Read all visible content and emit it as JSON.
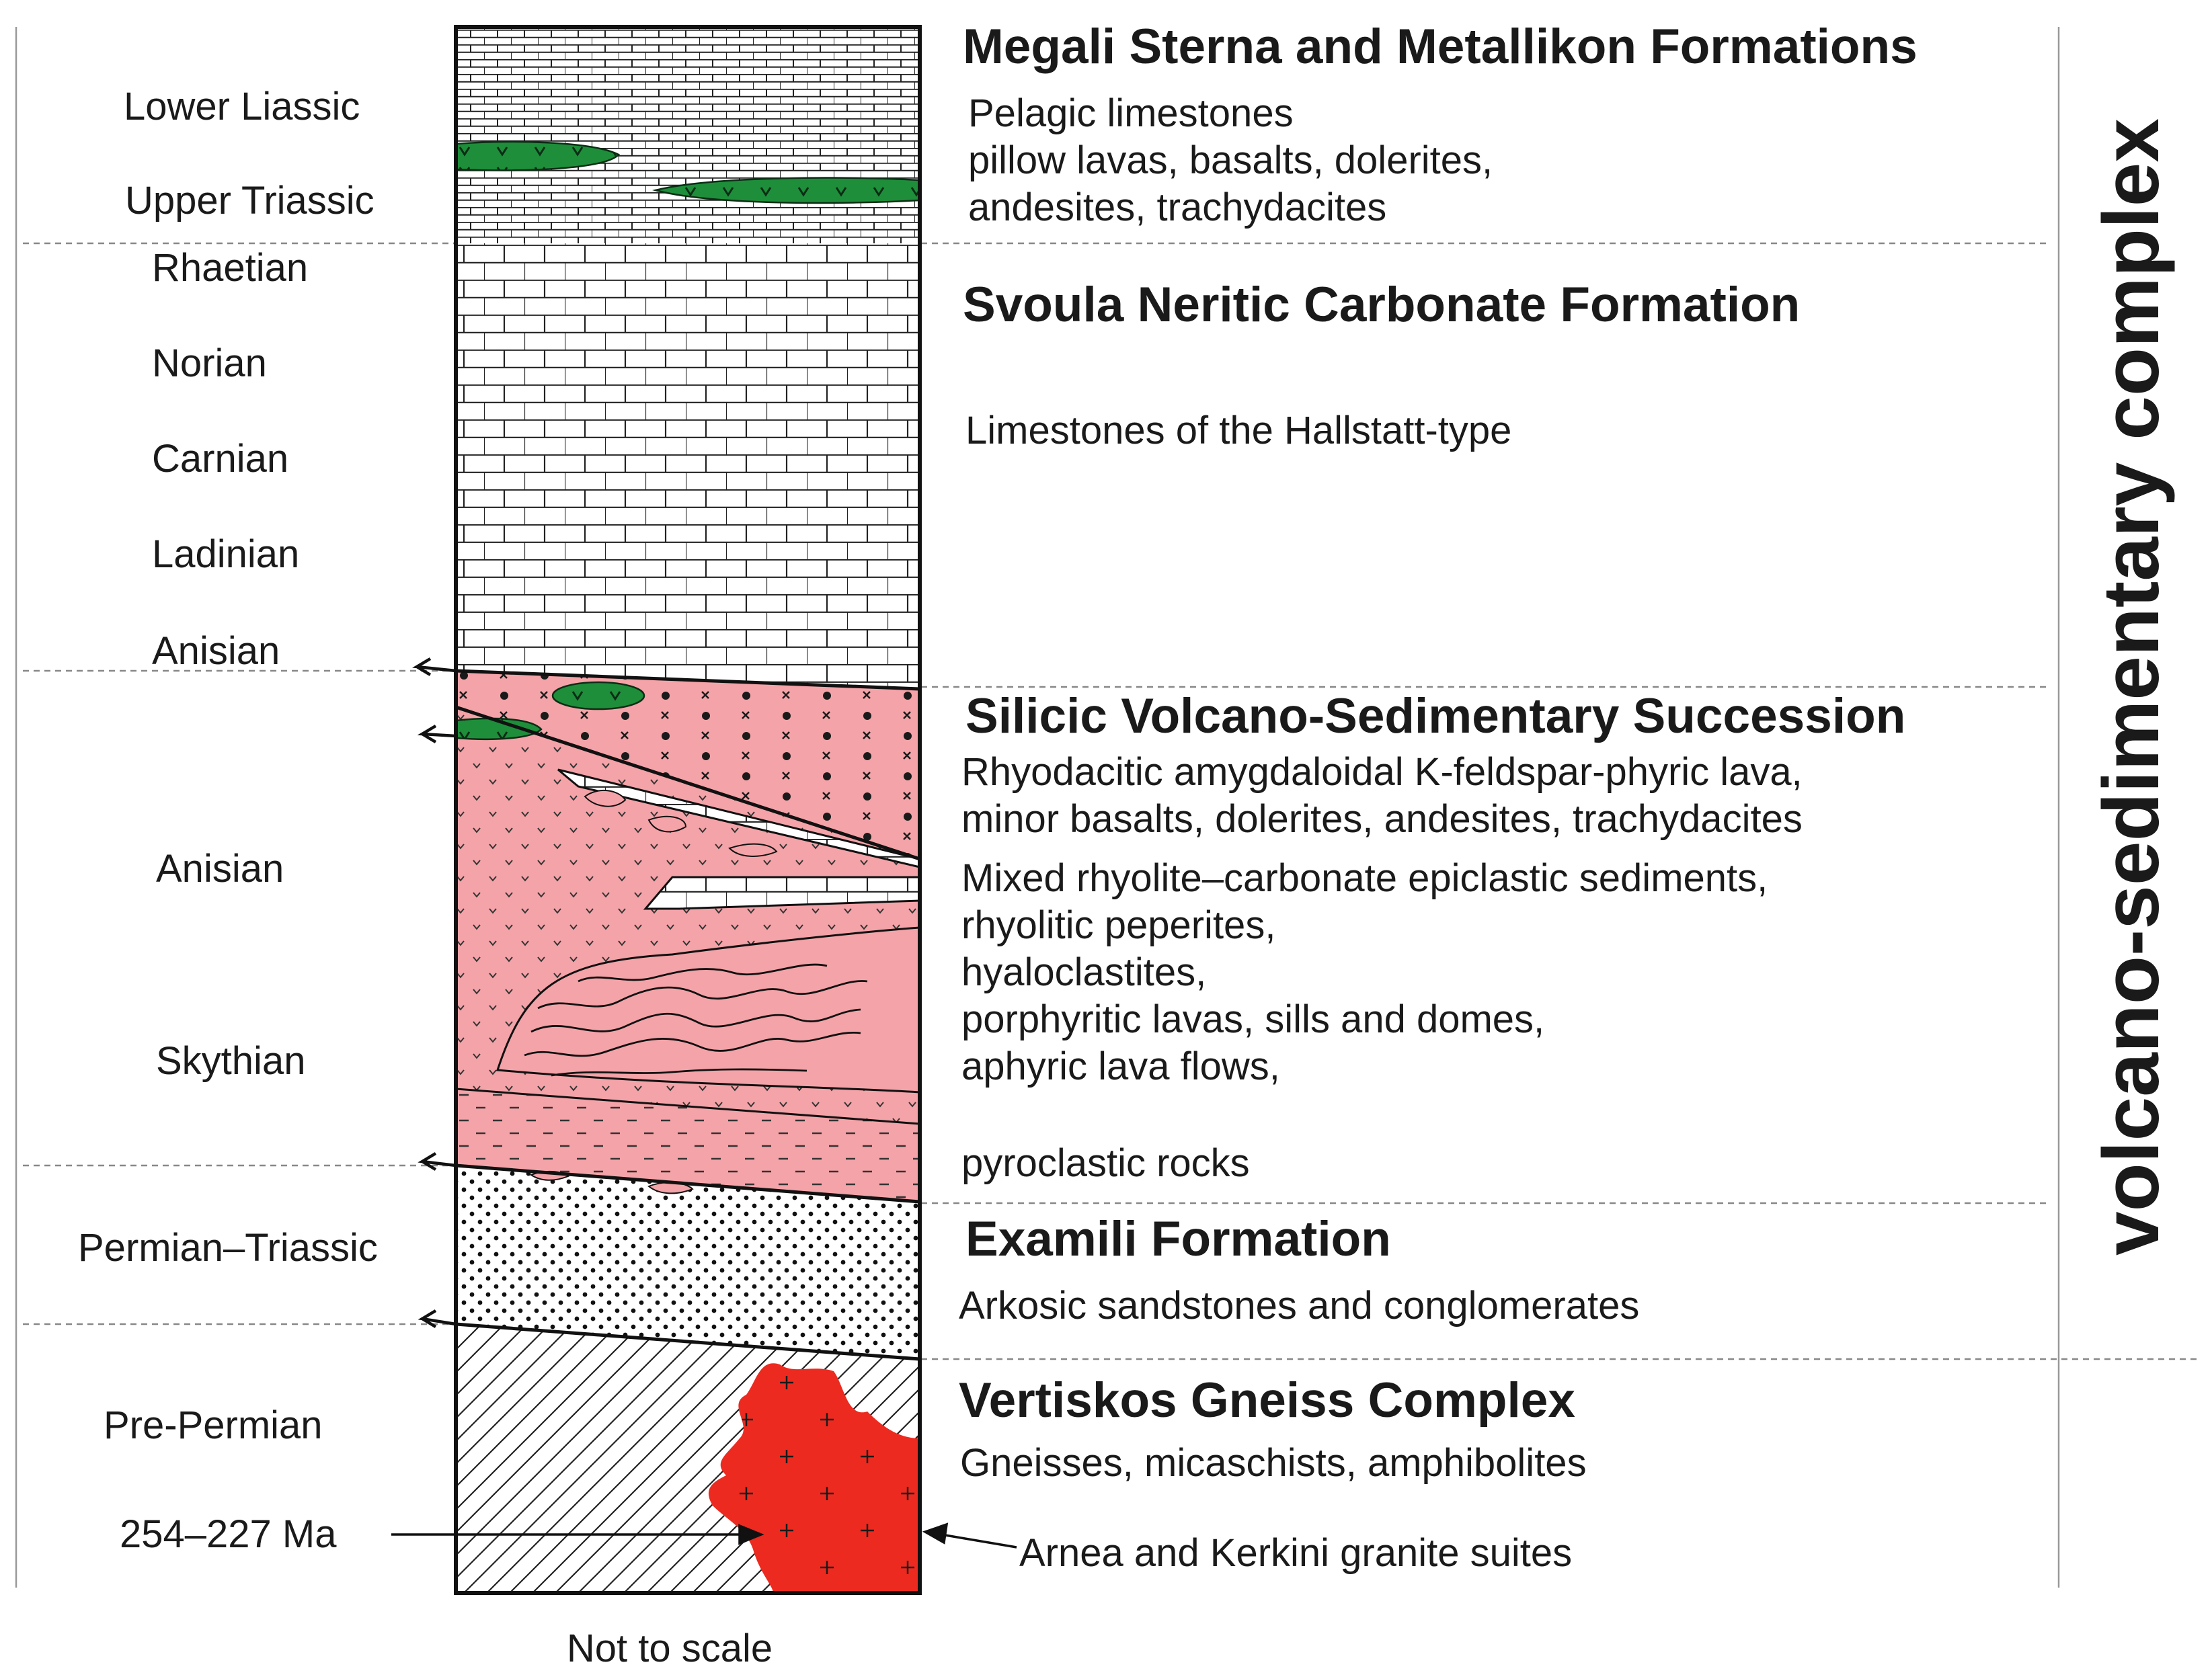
{
  "ages": [
    "Lower Liassic",
    "Upper Triassic",
    "Rhaetian",
    "Norian",
    "Carnian",
    "Ladinian",
    "Anisian",
    "Anisian",
    "Skythian",
    "Permian–Triassic",
    "Pre-Permian",
    "254–227 Ma"
  ],
  "formations": {
    "megali": {
      "title": "Megali Sterna and Metallikon Formations",
      "lines": [
        "Pelagic limestones",
        "pillow lavas, basalts, dolerites,",
        "andesites, trachydacites"
      ]
    },
    "svoula": {
      "title": "Svoula Neritic Carbonate Formation",
      "lines": [
        "Limestones of the Hallstatt-type"
      ]
    },
    "silicic": {
      "title": "Silicic Volcano-Sedimentary Succession",
      "lines": [
        "Rhyodacitic amygdaloidal K-feldspar-phyric lava,",
        "minor basalts, dolerites, andesites, trachydacites",
        "Mixed rhyolite–carbonate epiclastic sediments,",
        "rhyolitic peperites,",
        "hyaloclastites,",
        "porphyritic lavas, sills and domes,",
        "aphyric lava flows,",
        "pyroclastic rocks"
      ]
    },
    "examili": {
      "title": "Examili Formation",
      "lines": [
        "Arkosic sandstones and conglomerates"
      ]
    },
    "vertiskos": {
      "title": "Vertiskos Gneiss Complex",
      "lines": [
        "Gneisses, micaschists, amphibolites"
      ]
    }
  },
  "granite_label": "Arnea and Kerkini granite suites",
  "side_label": "volcano-sedimentary complex",
  "footer": "Not to scale",
  "colors": {
    "volcanic_pink": "#f4a3a8",
    "granite_red": "#ec2a1f",
    "lava_green": "#1e8e3a"
  }
}
